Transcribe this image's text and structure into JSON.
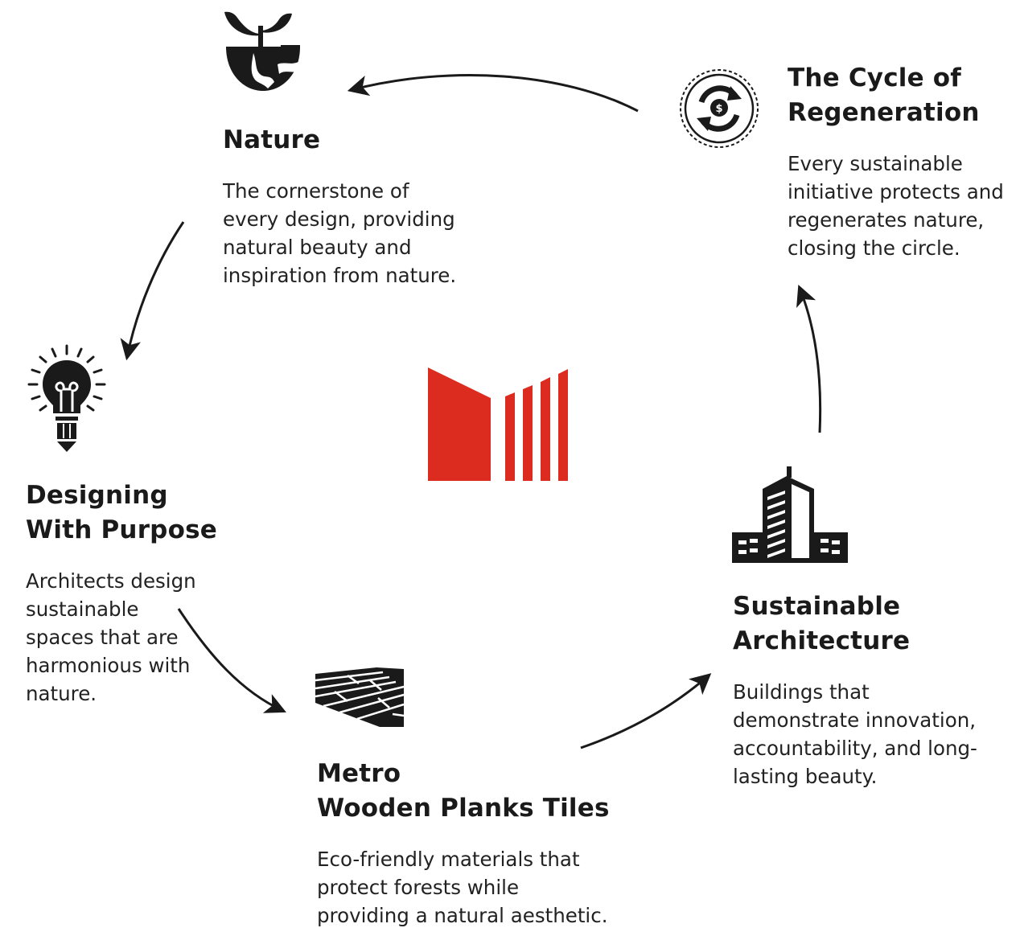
{
  "colors": {
    "ink": "#1a1a1a",
    "logo_red": "#dc2c20"
  },
  "logo": {
    "icon": "metro-logo-icon"
  },
  "steps": [
    {
      "id": "nature",
      "icon": "plant-globe-icon",
      "title_lines": [
        "Nature"
      ],
      "desc_lines": [
        "The cornerstone of",
        "every design, providing",
        "natural beauty and",
        "inspiration from nature."
      ]
    },
    {
      "id": "designing",
      "icon": "lightbulb-pencil-icon",
      "title_lines": [
        "Designing",
        "With Purpose"
      ],
      "desc_lines": [
        "Architects design",
        "sustainable",
        "spaces that are",
        "harmonious with",
        "nature."
      ]
    },
    {
      "id": "metro",
      "icon": "wooden-planks-icon",
      "title_lines": [
        "Metro",
        "Wooden Planks Tiles"
      ],
      "desc_lines": [
        "Eco-friendly materials that",
        "protect forests while",
        "providing a natural aesthetic."
      ]
    },
    {
      "id": "architecture",
      "icon": "buildings-icon",
      "title_lines": [
        "Sustainable",
        "Architecture"
      ],
      "desc_lines": [
        "Buildings that",
        "demonstrate innovation,",
        "accountability, and long-",
        "lasting beauty."
      ]
    },
    {
      "id": "cycle",
      "icon": "recycle-money-icon",
      "title_lines": [
        "The Cycle of",
        "Regeneration"
      ],
      "desc_lines": [
        "Every sustainable",
        "initiative protects and",
        "regenerates nature,",
        "closing the circle."
      ]
    }
  ]
}
